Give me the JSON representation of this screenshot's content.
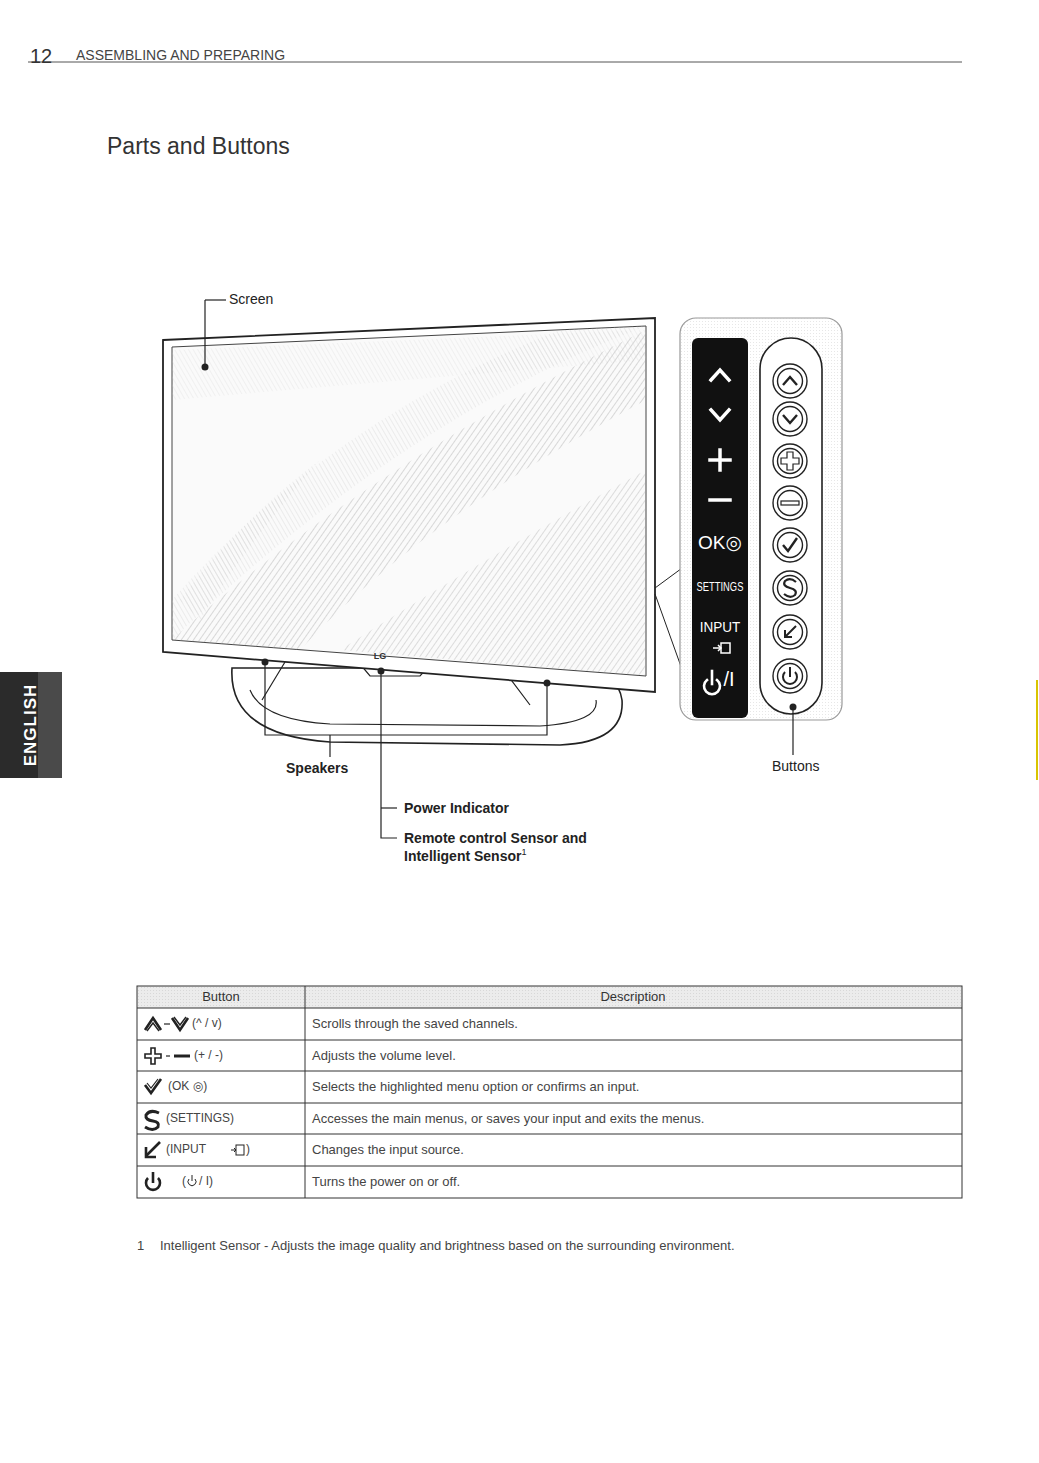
{
  "diagram": {
    "title": "Parts and Buttons",
    "nodes": [
      {
        "text": [
          "ENGLISH"
        ]
      }
    ],
    "labels": [
      "12",
      "ASSEMBLING AND PREPARING",
      "Screen",
      "LG",
      "Speakers",
      "Power Indicator",
      "Remote control Sensor and Intelligent Sensor",
      "1",
      "Buttons",
      "OK◎",
      "SETTINGS",
      "INPUT",
      "/I",
      "Button",
      "Description",
      "(^ / v)",
      "Scrolls through the saved channels.",
      "(+ / -)",
      "Adjusts the volume level.",
      "(OK ◎)",
      "Selects the highlighted menu option or confirms an input.",
      "(SETTINGS)",
      "Accesses the main menus, or saves your input and exits the menus.",
      "(INPUT",
      ")",
      "Changes the input source.",
      "(",
      "/ I)",
      "Turns the power on or off.",
      "1",
      "Intelligent Sensor - Adjusts the image quality and brightness based on the surrounding environment."
    ]
  }
}
